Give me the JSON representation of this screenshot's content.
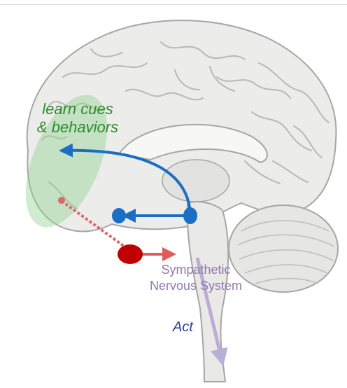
{
  "labels": {
    "learn_line1": "learn cues",
    "learn_line2": "& behaviors",
    "sympathetic_line1": "Sympathetic",
    "sympathetic_line2": "Nervous System",
    "act": "Act"
  },
  "colors": {
    "brain_fill": "#ececea",
    "brain_outline": "#a6a6a6",
    "frontal_region": "#8fd18f",
    "blue_pathway": "#1a6fc4",
    "red_node": "#c00000",
    "red_arrow": "#e05c5c",
    "dotted_pathway": "#e06666",
    "sympathetic_arrow": "#b9aed4",
    "learn_text": "#2e8b2e",
    "sympathetic_text": "#8f7ab0",
    "act_text": "#2b3e8f"
  },
  "icons": [
    "brain-illustration",
    "blue-node",
    "red-node",
    "frontal-cortex-highlight"
  ]
}
